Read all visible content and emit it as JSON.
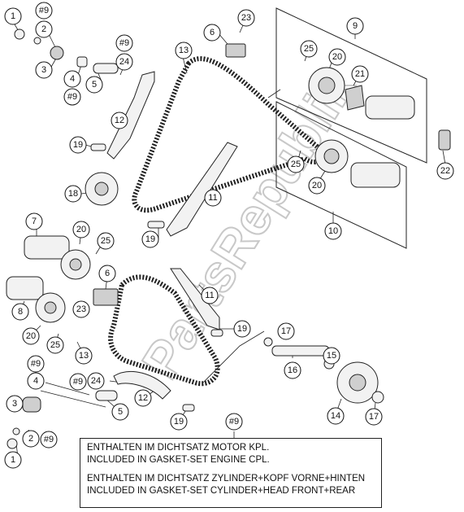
{
  "watermark": "PartsRepublik",
  "callouts": [
    {
      "id": "c-1a",
      "label": "1"
    },
    {
      "id": "c-9a",
      "label": "#9"
    },
    {
      "id": "c-2a",
      "label": "2"
    },
    {
      "id": "c-3a",
      "label": "3"
    },
    {
      "id": "c-4a",
      "label": "4"
    },
    {
      "id": "c-9b",
      "label": "#9"
    },
    {
      "id": "c-5a",
      "label": "5"
    },
    {
      "id": "c-9c",
      "label": "#9"
    },
    {
      "id": "c-24a",
      "label": "24"
    },
    {
      "id": "c-12a",
      "label": "12"
    },
    {
      "id": "c-13a",
      "label": "13"
    },
    {
      "id": "c-6a",
      "label": "6"
    },
    {
      "id": "c-23a",
      "label": "23"
    },
    {
      "id": "c-19a",
      "label": "19"
    },
    {
      "id": "c-18",
      "label": "18"
    },
    {
      "id": "c-11a",
      "label": "11"
    },
    {
      "id": "c-19b",
      "label": "19"
    },
    {
      "id": "c-9d",
      "label": "9"
    },
    {
      "id": "c-25a",
      "label": "25"
    },
    {
      "id": "c-20a",
      "label": "20"
    },
    {
      "id": "c-21",
      "label": "21"
    },
    {
      "id": "c-25b",
      "label": "25"
    },
    {
      "id": "c-20b",
      "label": "20"
    },
    {
      "id": "c-22",
      "label": "22"
    },
    {
      "id": "c-10",
      "label": "10"
    },
    {
      "id": "c-7",
      "label": "7"
    },
    {
      "id": "c-20c",
      "label": "20"
    },
    {
      "id": "c-25c",
      "label": "25"
    },
    {
      "id": "c-6b",
      "label": "6"
    },
    {
      "id": "c-11b",
      "label": "11"
    },
    {
      "id": "c-8",
      "label": "8"
    },
    {
      "id": "c-23b",
      "label": "23"
    },
    {
      "id": "c-20d",
      "label": "20"
    },
    {
      "id": "c-25d",
      "label": "25"
    },
    {
      "id": "c-13b",
      "label": "13"
    },
    {
      "id": "c-19c",
      "label": "19"
    },
    {
      "id": "c-17a",
      "label": "17"
    },
    {
      "id": "c-16",
      "label": "16"
    },
    {
      "id": "c-15",
      "label": "15"
    },
    {
      "id": "c-9e",
      "label": "#9"
    },
    {
      "id": "c-4b",
      "label": "4"
    },
    {
      "id": "c-9f",
      "label": "#9"
    },
    {
      "id": "c-24b",
      "label": "24"
    },
    {
      "id": "c-3b",
      "label": "3"
    },
    {
      "id": "c-5b",
      "label": "5"
    },
    {
      "id": "c-12b",
      "label": "12"
    },
    {
      "id": "c-19d",
      "label": "19"
    },
    {
      "id": "c-14",
      "label": "14"
    },
    {
      "id": "c-17b",
      "label": "17"
    },
    {
      "id": "c-9g",
      "label": "#9"
    },
    {
      "id": "c-2b",
      "label": "2"
    },
    {
      "id": "c-9h",
      "label": "#9"
    },
    {
      "id": "c-1b",
      "label": "1"
    }
  ],
  "note": {
    "line1": "ENTHALTEN IM DICHTSATZ MOTOR KPL.",
    "line2": "INCLUDED IN GASKET-SET ENGINE CPL.",
    "line3": "ENTHALTEN IM DICHTSATZ ZYLINDER+KOPF VORNE+HINTEN",
    "line4": "INCLUDED IN GASKET-SET CYLINDER+HEAD FRONT+REAR"
  }
}
